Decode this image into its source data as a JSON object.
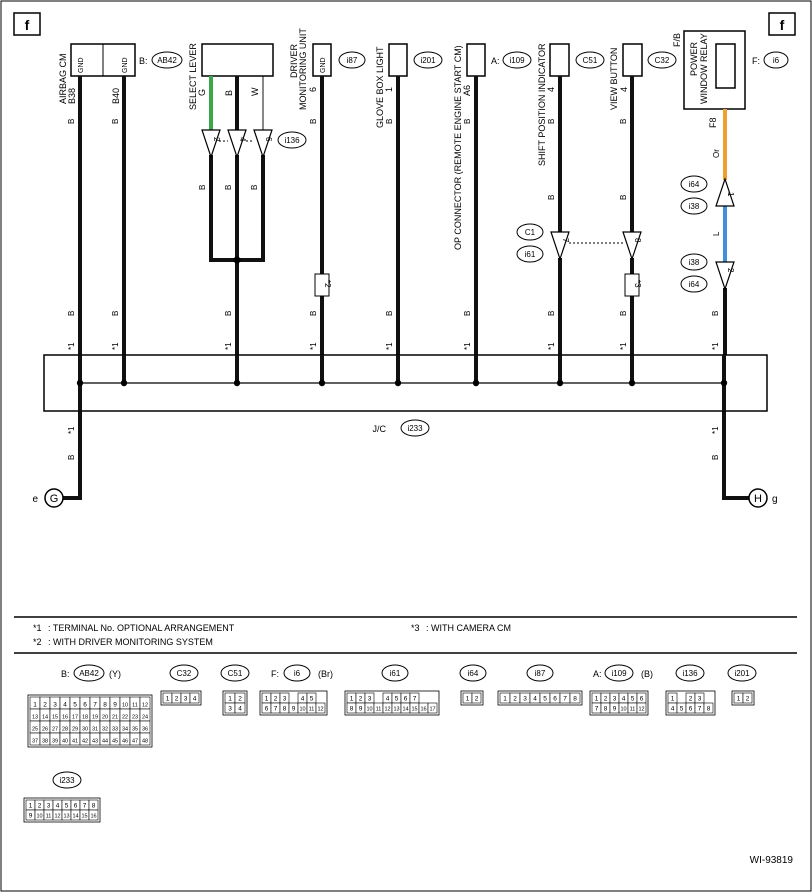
{
  "corner_labels": {
    "left": "f",
    "right": "f"
  },
  "colors": {
    "wire_black": "#111111",
    "wire_green": "#3aa84a",
    "wire_orange": "#f0a030",
    "wire_blue": "#3f8fe0"
  },
  "icon_names": {
    "ground_e": "ground-symbol-icon",
    "ground_h": "ground-symbol-icon",
    "connector_terminal": "connector-terminal-icon"
  },
  "components": {
    "airbag": {
      "name": "AIRBAG CM",
      "pin1": "B38",
      "pin2": "B40",
      "gnd1": "GND",
      "gnd2": "GND"
    },
    "ab42_prefix": "B:",
    "ab42": "AB42",
    "select_lever": {
      "name": "SELECT LEVER",
      "col1": "G",
      "col2": "B",
      "col3": "W"
    },
    "dmu": {
      "name1": "DRIVER",
      "name2": "MONITORING UNIT",
      "pin": "6",
      "gnd": "GND"
    },
    "i87": "i87",
    "glove": {
      "name": "GLOVE BOX LIGHT",
      "pin": "1",
      "col": "B"
    },
    "i201": "i201",
    "op": {
      "name": "OP CONNECTOR (REMOTE ENGINE START CM)",
      "pin": "A6"
    },
    "i109_prefix": "A:",
    "i109": "i109",
    "shift": {
      "name": "SHIFT POSITION INDICATOR",
      "pin": "4"
    },
    "c51": "C51",
    "view": {
      "name": "VIEW BUTTON",
      "pin": "4"
    },
    "c32": "C32",
    "pwr": {
      "name1": "POWER",
      "name2": "WINDOW RELAY",
      "fb": "F/B",
      "pin": "F8"
    },
    "i6_prefix": "F:",
    "i6": "i6"
  },
  "wire_labels": {
    "b": "B",
    "or": "Or",
    "l": "L"
  },
  "pins": {
    "p2": "2",
    "p4": "4",
    "p6": "6",
    "p7": "7",
    "p8": "8",
    "p1": "1"
  },
  "connectors_mid": {
    "i136": "i136",
    "c1": "C1",
    "i61": "i61",
    "i64": "i64",
    "i38": "i38"
  },
  "notes_marks": {
    "star1": "*1",
    "star2": "*2",
    "star3": "*3"
  },
  "jc": {
    "label": "J/C",
    "conn": "i233"
  },
  "grounds": {
    "left": "G",
    "left_letter": "e",
    "right": "H",
    "right_letter": "g"
  },
  "legend": {
    "n1_mark": "*1",
    "n1_text": ": TERMINAL No. OPTIONAL ARRANGEMENT",
    "n2_mark": "*2",
    "n2_text": ": WITH DRIVER MONITORING SYSTEM",
    "n3_mark": "*3",
    "n3_text": ": WITH CAMERA CM"
  },
  "conn_views": {
    "ab42": {
      "prefix": "B:",
      "name": "AB42",
      "color": "(Y)"
    },
    "c32": {
      "name": "C32"
    },
    "c51": {
      "name": "C51"
    },
    "i6": {
      "prefix": "F:",
      "name": "i6",
      "color": "(Br)"
    },
    "i61": {
      "name": "i61"
    },
    "i64": {
      "name": "i64"
    },
    "i87": {
      "name": "i87"
    },
    "i109": {
      "prefix": "A:",
      "name": "i109",
      "color": "(B)"
    },
    "i136": {
      "name": "i136"
    },
    "i201": {
      "name": "i201"
    },
    "i233": {
      "name": "i233"
    }
  },
  "pin_grids": {
    "ab42": [
      [
        "1",
        "2",
        "3",
        "4",
        "5",
        "6",
        "7",
        "8",
        "9",
        "10",
        "11",
        "12"
      ],
      [
        "13",
        "14",
        "15",
        "16",
        "17",
        "18",
        "19",
        "20",
        "21",
        "22",
        "23",
        "24"
      ],
      [
        "25",
        "26",
        "27",
        "28",
        "29",
        "30",
        "31",
        "32",
        "33",
        "34",
        "35",
        "36"
      ],
      [
        "37",
        "38",
        "39",
        "40",
        "41",
        "42",
        "43",
        "44",
        "45",
        "46",
        "47",
        "48"
      ]
    ],
    "c32": [
      [
        "1",
        "2",
        "3",
        "4"
      ]
    ],
    "c51": [
      [
        "1",
        "2"
      ],
      [
        "3",
        "4"
      ]
    ],
    "i6": [
      [
        "1",
        "2",
        "3",
        "",
        "4",
        "5"
      ],
      [
        "6",
        "7",
        "8",
        "9",
        "10",
        "11",
        "12"
      ]
    ],
    "i61": [
      [
        "1",
        "2",
        "3",
        "",
        "4",
        "5",
        "6",
        "7"
      ],
      [
        "8",
        "9",
        "10",
        "11",
        "12",
        "13",
        "14",
        "15",
        "16",
        "17"
      ]
    ],
    "i64": [
      [
        "1",
        "2"
      ]
    ],
    "i87": [
      [
        "1",
        "2",
        "3",
        "4",
        "5",
        "6",
        "7",
        "8"
      ]
    ],
    "i109": [
      [
        "1",
        "2",
        "3",
        "4",
        "5",
        "6"
      ],
      [
        "7",
        "8",
        "9",
        "10",
        "11",
        "12"
      ]
    ],
    "i136": [
      [
        "1",
        "",
        "2",
        "3"
      ],
      [
        "4",
        "5",
        "6",
        "7",
        "8"
      ]
    ],
    "i201": [
      [
        "1",
        "2"
      ]
    ],
    "i233": [
      [
        "1",
        "2",
        "3",
        "4",
        "5",
        "6",
        "7",
        "8"
      ],
      [
        "9",
        "10",
        "11",
        "12",
        "13",
        "14",
        "15",
        "16"
      ]
    ]
  },
  "doc_id": "WI-93819"
}
